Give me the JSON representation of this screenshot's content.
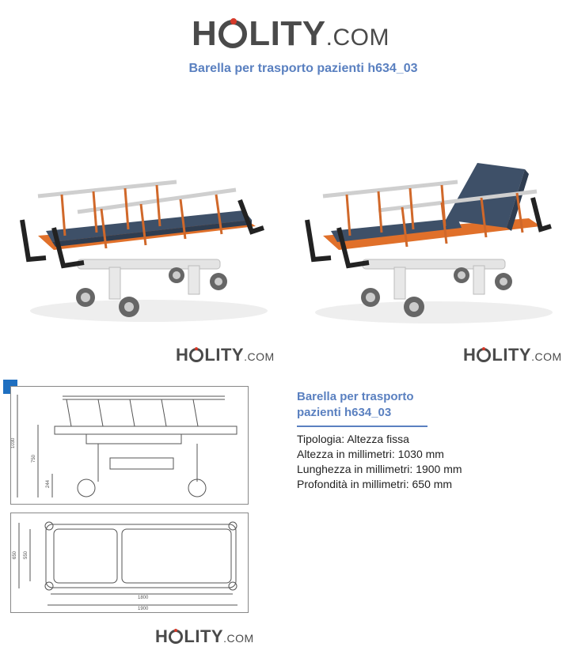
{
  "brand": {
    "name_prefix": "H",
    "name_rest": "LITY",
    "suffix": ".COM"
  },
  "product_title": "Barella per trasporto pazienti h634_03",
  "specs": {
    "title": "Barella per trasporto pazienti h634_03",
    "rows": [
      {
        "label": "Tipologia",
        "value": "Altezza fissa"
      },
      {
        "label": "Altezza in millimetri",
        "value": "1030 mm"
      },
      {
        "label": "Lunghezza in millimetri",
        "value": "1900 mm"
      },
      {
        "label": "Profondità in millimetri",
        "value": "650 mm"
      }
    ]
  },
  "drawing_dimensions": {
    "side": [
      "1030",
      "750",
      "244"
    ],
    "top": [
      "650",
      "550",
      "1800",
      "1900"
    ]
  },
  "colors": {
    "title_blue": "#5a80c0",
    "frame_orange": "#e0702a",
    "mattress_blue": "#3e5068",
    "logo_gray": "#4a4a4a",
    "logo_red": "#d63a2a",
    "corner_blue": "#1f6fc0"
  }
}
